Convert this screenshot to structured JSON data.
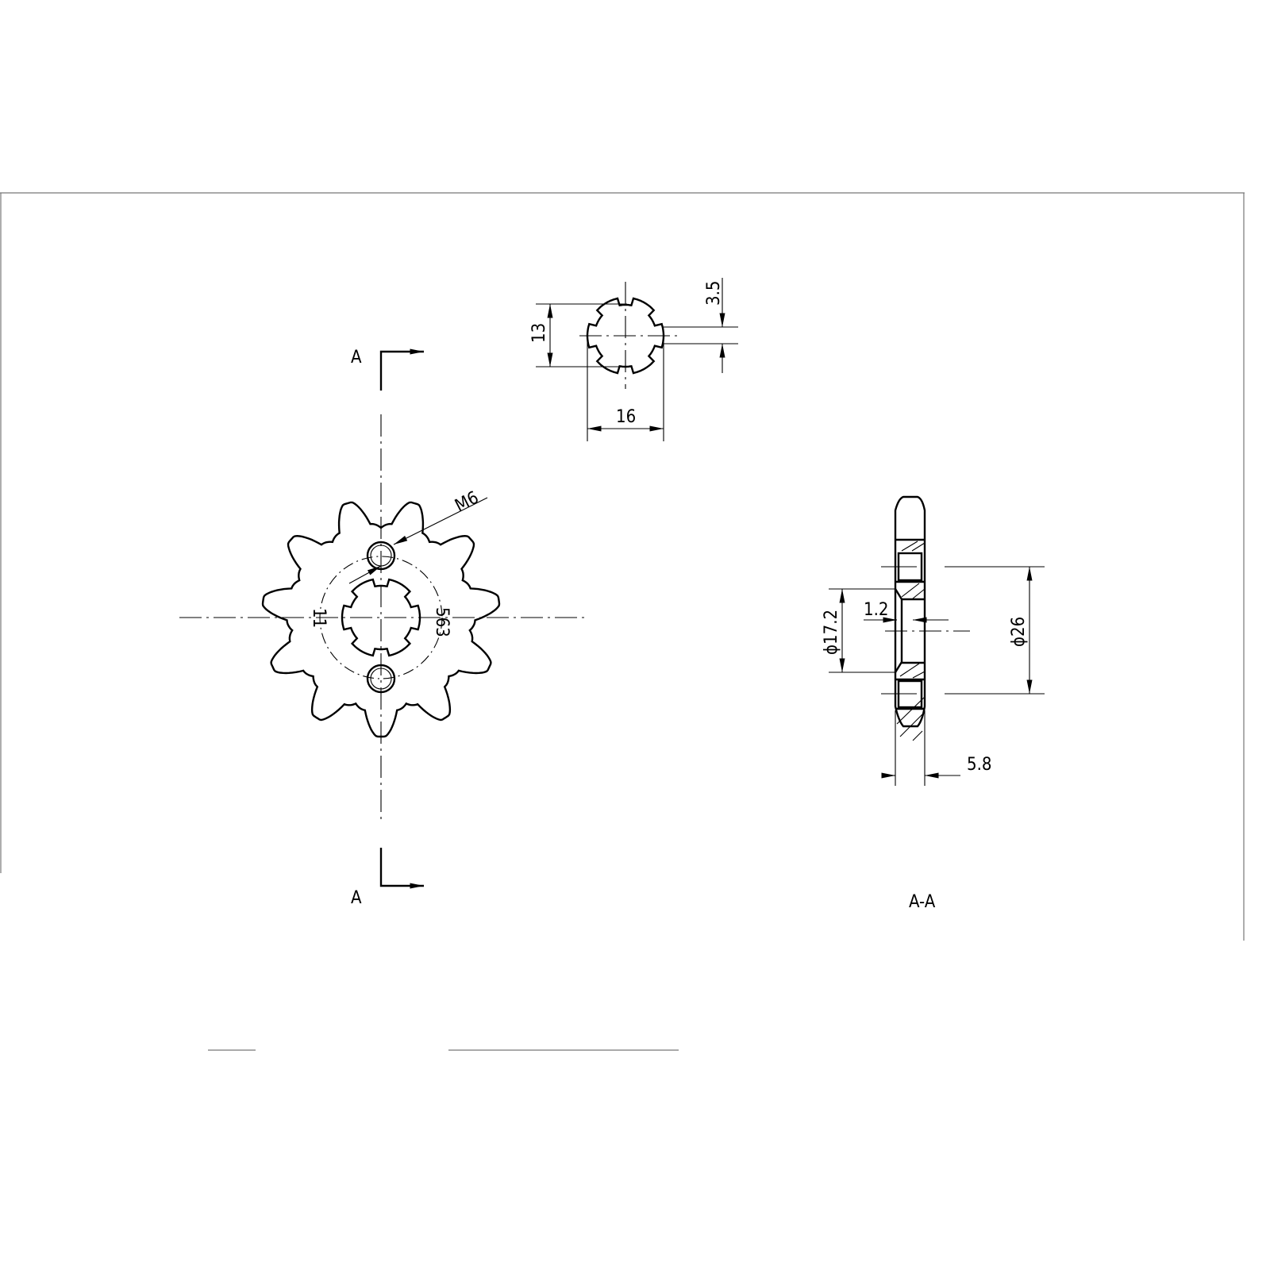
{
  "section_marks": {
    "top": "A",
    "bottom": "A"
  },
  "section_title": "A-A",
  "gear": {
    "teeth": 11,
    "tooth_label": "11",
    "bolt_circle_label": "563",
    "thread_label": "M6"
  },
  "spline_detail": {
    "height_label": "13",
    "width_label": "16",
    "key_label": "3.5"
  },
  "section_view": {
    "hub_diameter": "ϕ17.2",
    "bolt_circle_diameter": "ϕ26",
    "recess": "1.2",
    "thickness": "5.8"
  }
}
